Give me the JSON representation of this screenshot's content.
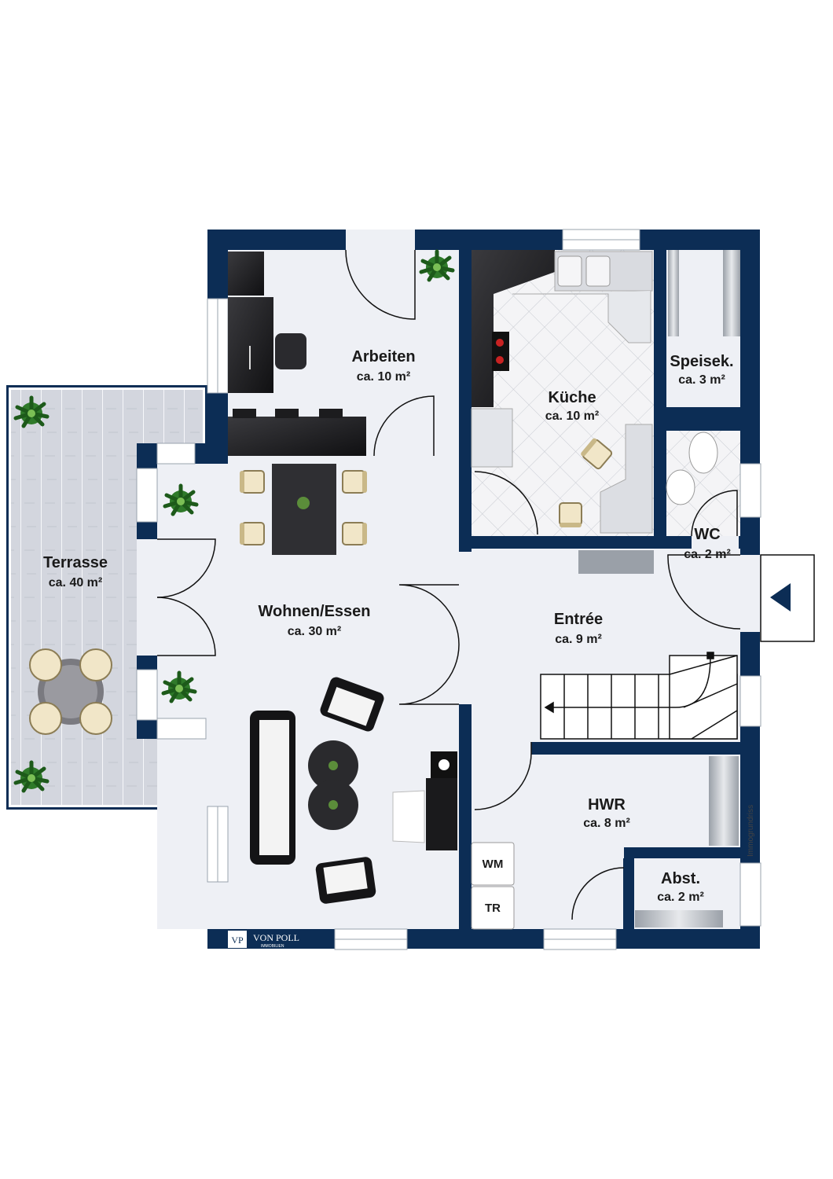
{
  "rooms": [
    {
      "name": "Arbeiten",
      "area": "ca. 10 m²"
    },
    {
      "name": "Küche",
      "area": "ca. 10 m²"
    },
    {
      "name": "Speisek.",
      "area": "ca. 3 m²"
    },
    {
      "name": "WC",
      "area": "ca. 2  m²"
    },
    {
      "name": "Terrasse",
      "area": "ca. 40 m²"
    },
    {
      "name": "Wohnen/Essen",
      "area": "ca. 30 m²"
    },
    {
      "name": "Entrée",
      "area": "ca. 9 m²"
    },
    {
      "name": "HWR",
      "area": "ca. 8 m²"
    },
    {
      "name": "Abst.",
      "area": "ca. 2 m²"
    }
  ],
  "appliances": {
    "washer": "WM",
    "dryer": "TR"
  },
  "credit": "Immogrundriss",
  "logo": {
    "mark": "VP",
    "name": "VON POLL",
    "sub": "IMMOBILIEN"
  },
  "colors": {
    "wall": "#0c2d55",
    "floor": "#eef0f5",
    "deck": "#cfd3dc",
    "tile": "#f2f2f4"
  }
}
